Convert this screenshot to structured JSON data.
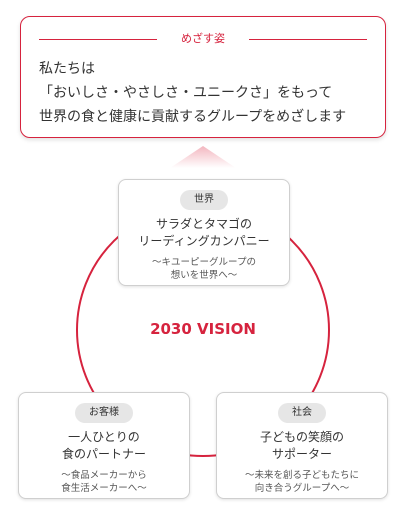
{
  "goal": {
    "label": "めざす姿",
    "lines": [
      "私たちは",
      "「おいしさ・やさしさ・ユニークさ」をもって",
      "世界の食と健康に貢献するグループをめざします"
    ]
  },
  "vision": "2030 VISION",
  "cards": {
    "world": {
      "tag": "世界",
      "title": [
        "サラダとタマゴの",
        "リーディングカンパニー"
      ],
      "sub": [
        "〜キユーピーグループの",
        "想いを世界へ〜"
      ]
    },
    "customers": {
      "tag": "お客様",
      "title": [
        "一人ひとりの",
        "食のパートナー"
      ],
      "sub": [
        "〜食品メーカーから",
        "食生活メーカーへ〜"
      ]
    },
    "society": {
      "tag": "社会",
      "title": [
        "子どもの笑顔の",
        "サポーター"
      ],
      "sub": [
        "〜未来を創る子どもたちに",
        "向き合うグループへ〜"
      ]
    }
  },
  "colors": {
    "accent": "#d6233e",
    "card_border": "#cfcfcf",
    "pill": "#e6e6e6"
  }
}
